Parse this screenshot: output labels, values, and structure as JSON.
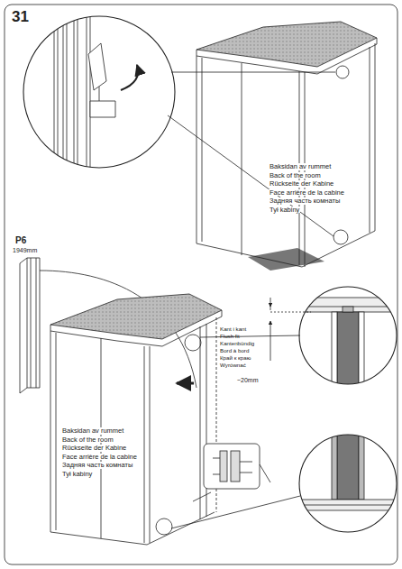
{
  "diagram": {
    "labels": [
      "31",
      "Baksidan av rummet",
      "Back of the room",
      "Rückseite der Kabine",
      "Face arrière de la cabine",
      "Задняя часть комнаты",
      "Tył kabiny",
      "P6",
      "1949mm",
      "Baksidan av rummet",
      "Back of the room",
      "Rückseite der Kabine",
      "Face arrière de la cabine",
      "Задняя часть комнаты",
      "Tył kabiny",
      "Kant i kant",
      "Flush fit",
      "Kantenbündig",
      "Bord à bord",
      "Край к краю",
      "Wyrównać",
      "~20mm"
    ]
  }
}
